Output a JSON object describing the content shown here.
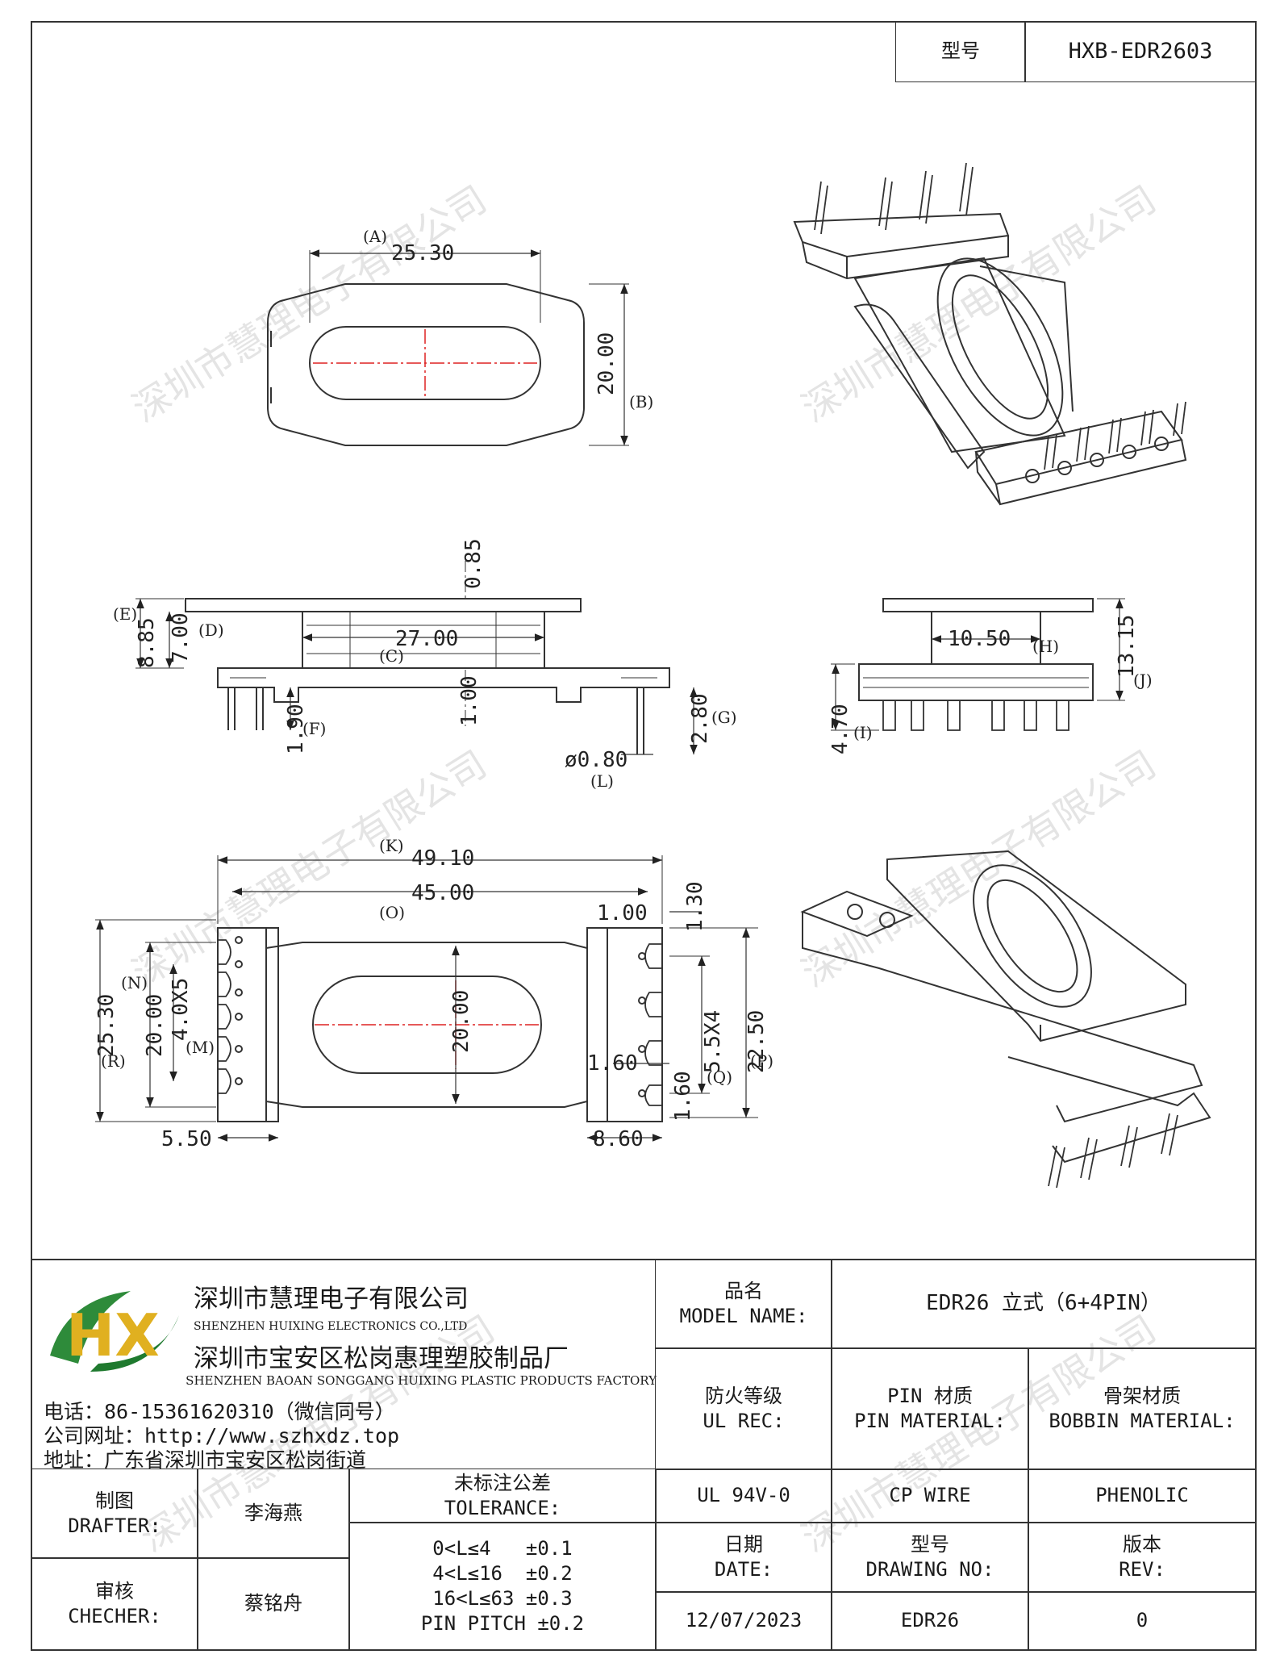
{
  "header": {
    "model_label": "型号",
    "model_value": "HXB-EDR2603"
  },
  "watermark": "深圳市慧理电子有限公司",
  "dims": {
    "a_val": "25.30",
    "a_lbl": "(A)",
    "b_val": "20.00",
    "b_lbl": "(B)",
    "top_085": "0.85",
    "e_lbl": "(E)",
    "e_val": "8.85",
    "d_val": "7.00",
    "d_lbl": "(D)",
    "c_val": "27.00",
    "c_lbl": "(C)",
    "f_val": "1.90",
    "f_lbl": "(F)",
    "mid_100": "1.00",
    "g_val": "2.80",
    "g_lbl": "(G)",
    "l_val": "ø0.80",
    "l_lbl": "(L)",
    "h_val": "10.50",
    "h_lbl": "(H)",
    "j_val": "13.15",
    "j_lbl": "(J)",
    "i_val": "4.70",
    "i_lbl": "(I)",
    "k_lbl": "(K)",
    "k_val": "49.10",
    "o_lbl": "(O)",
    "o_val": "45.00",
    "top_right_100": "1.00",
    "top_right_130": "1.30",
    "r_val": "25.30",
    "r_lbl": "(R)",
    "n_lbl": "(N)",
    "n_val": "20.00",
    "m_val": "4.0X5",
    "m_lbl": "(M)",
    "center_20": "20.00",
    "q_val": "5.5X4",
    "q_lbl": "(Q)",
    "p_val": "22.50",
    "p_lbl": "(P)",
    "r160": "1.60",
    "r160b": "1.60",
    "b_550": "5.50",
    "b_860": "8.60"
  },
  "company": {
    "name_cn": "深圳市慧理电子有限公司",
    "name_en": "SHENZHEN HUIXING ELECTRONICS CO.,LTD",
    "factory_cn": "深圳市宝安区松岗惠理塑胶制品厂",
    "factory_en": "SHENZHEN BAOAN SONGGANG HUIXING PLASTIC PRODUCTS FACTORY",
    "phone": "电话：86-15361620310（微信同号）",
    "website": "公司网址：http://www.szhxdz.top",
    "address": "地址：广东省深圳市宝安区松岗街道",
    "logo_letters": "HX"
  },
  "table": {
    "model_name_cn": "品名",
    "model_name_en": "MODEL NAME:",
    "model_name_value": "EDR26 立式（6+4PIN）",
    "ul_cn": "防火等级",
    "ul_en": "UL REC:",
    "pin_cn": "PIN 材质",
    "pin_en": "PIN MATERIAL:",
    "bobbin_cn": "骨架材质",
    "bobbin_en": "BOBBIN MATERIAL:",
    "drafter_cn": "制图",
    "drafter_en": "DRAFTER:",
    "drafter_name": "李海燕",
    "tol_cn": "未标注公差",
    "tol_en": "TOLERANCE:",
    "tol_1": "0<L≤4   ±0.1",
    "tol_2": "4<L≤16  ±0.2",
    "tol_3": "16<L≤63 ±0.3",
    "tol_4": "PIN PITCH ±0.2",
    "ul_value": "UL 94V-0",
    "pin_value": "CP WIRE",
    "bobbin_value": "PHENOLIC",
    "checker_cn": "审核",
    "checker_en": "CHECHER:",
    "checker_name": "蔡铭舟",
    "date_cn": "日期",
    "date_en": "DATE:",
    "dwg_cn": "型号",
    "dwg_en": "DRAWING NO:",
    "rev_cn": "版本",
    "rev_en": "REV:",
    "date_value": "12/07/2023",
    "dwg_value": "EDR26",
    "rev_value": "0"
  }
}
